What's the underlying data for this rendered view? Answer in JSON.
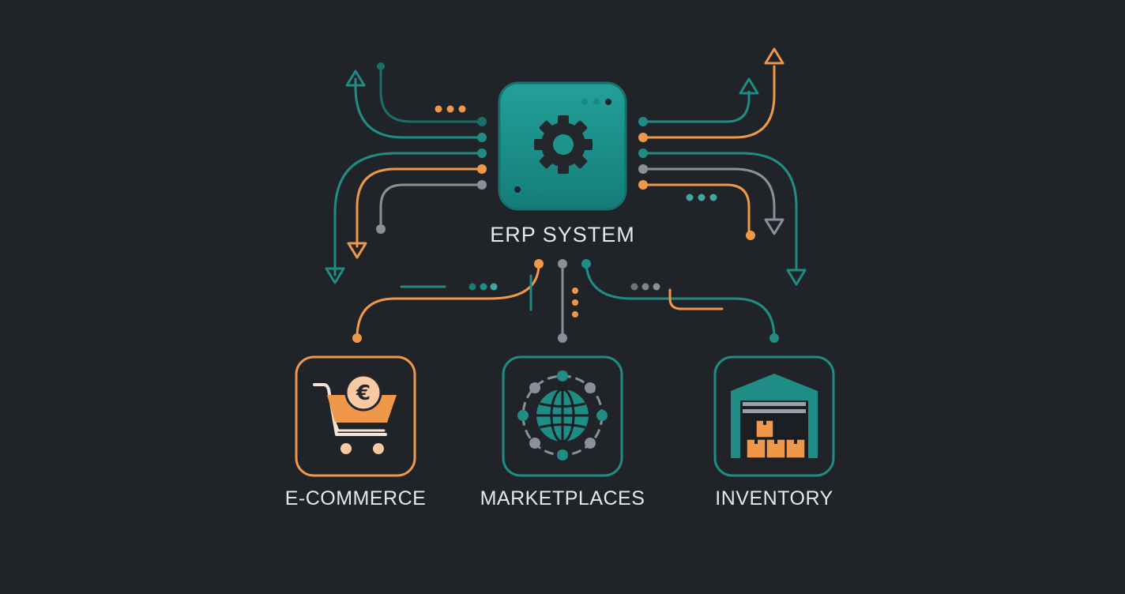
{
  "diagram": {
    "hub": {
      "label": "ERP SYSTEM",
      "icon": "gear-icon"
    },
    "nodes": [
      {
        "label": "E-COMMERCE",
        "icon": "shopping-cart-euro-icon",
        "accent": "#f0984a"
      },
      {
        "label": "MARKETPLACES",
        "icon": "globe-network-icon",
        "accent": "#1f8c86"
      },
      {
        "label": "INVENTORY",
        "icon": "warehouse-boxes-icon",
        "accent": "#1f8c86"
      }
    ]
  },
  "colors": {
    "background": "#202328",
    "teal": "#1f8c86",
    "orange": "#f0984a",
    "gray": "#8a9099",
    "label": "#e6e8ea"
  }
}
